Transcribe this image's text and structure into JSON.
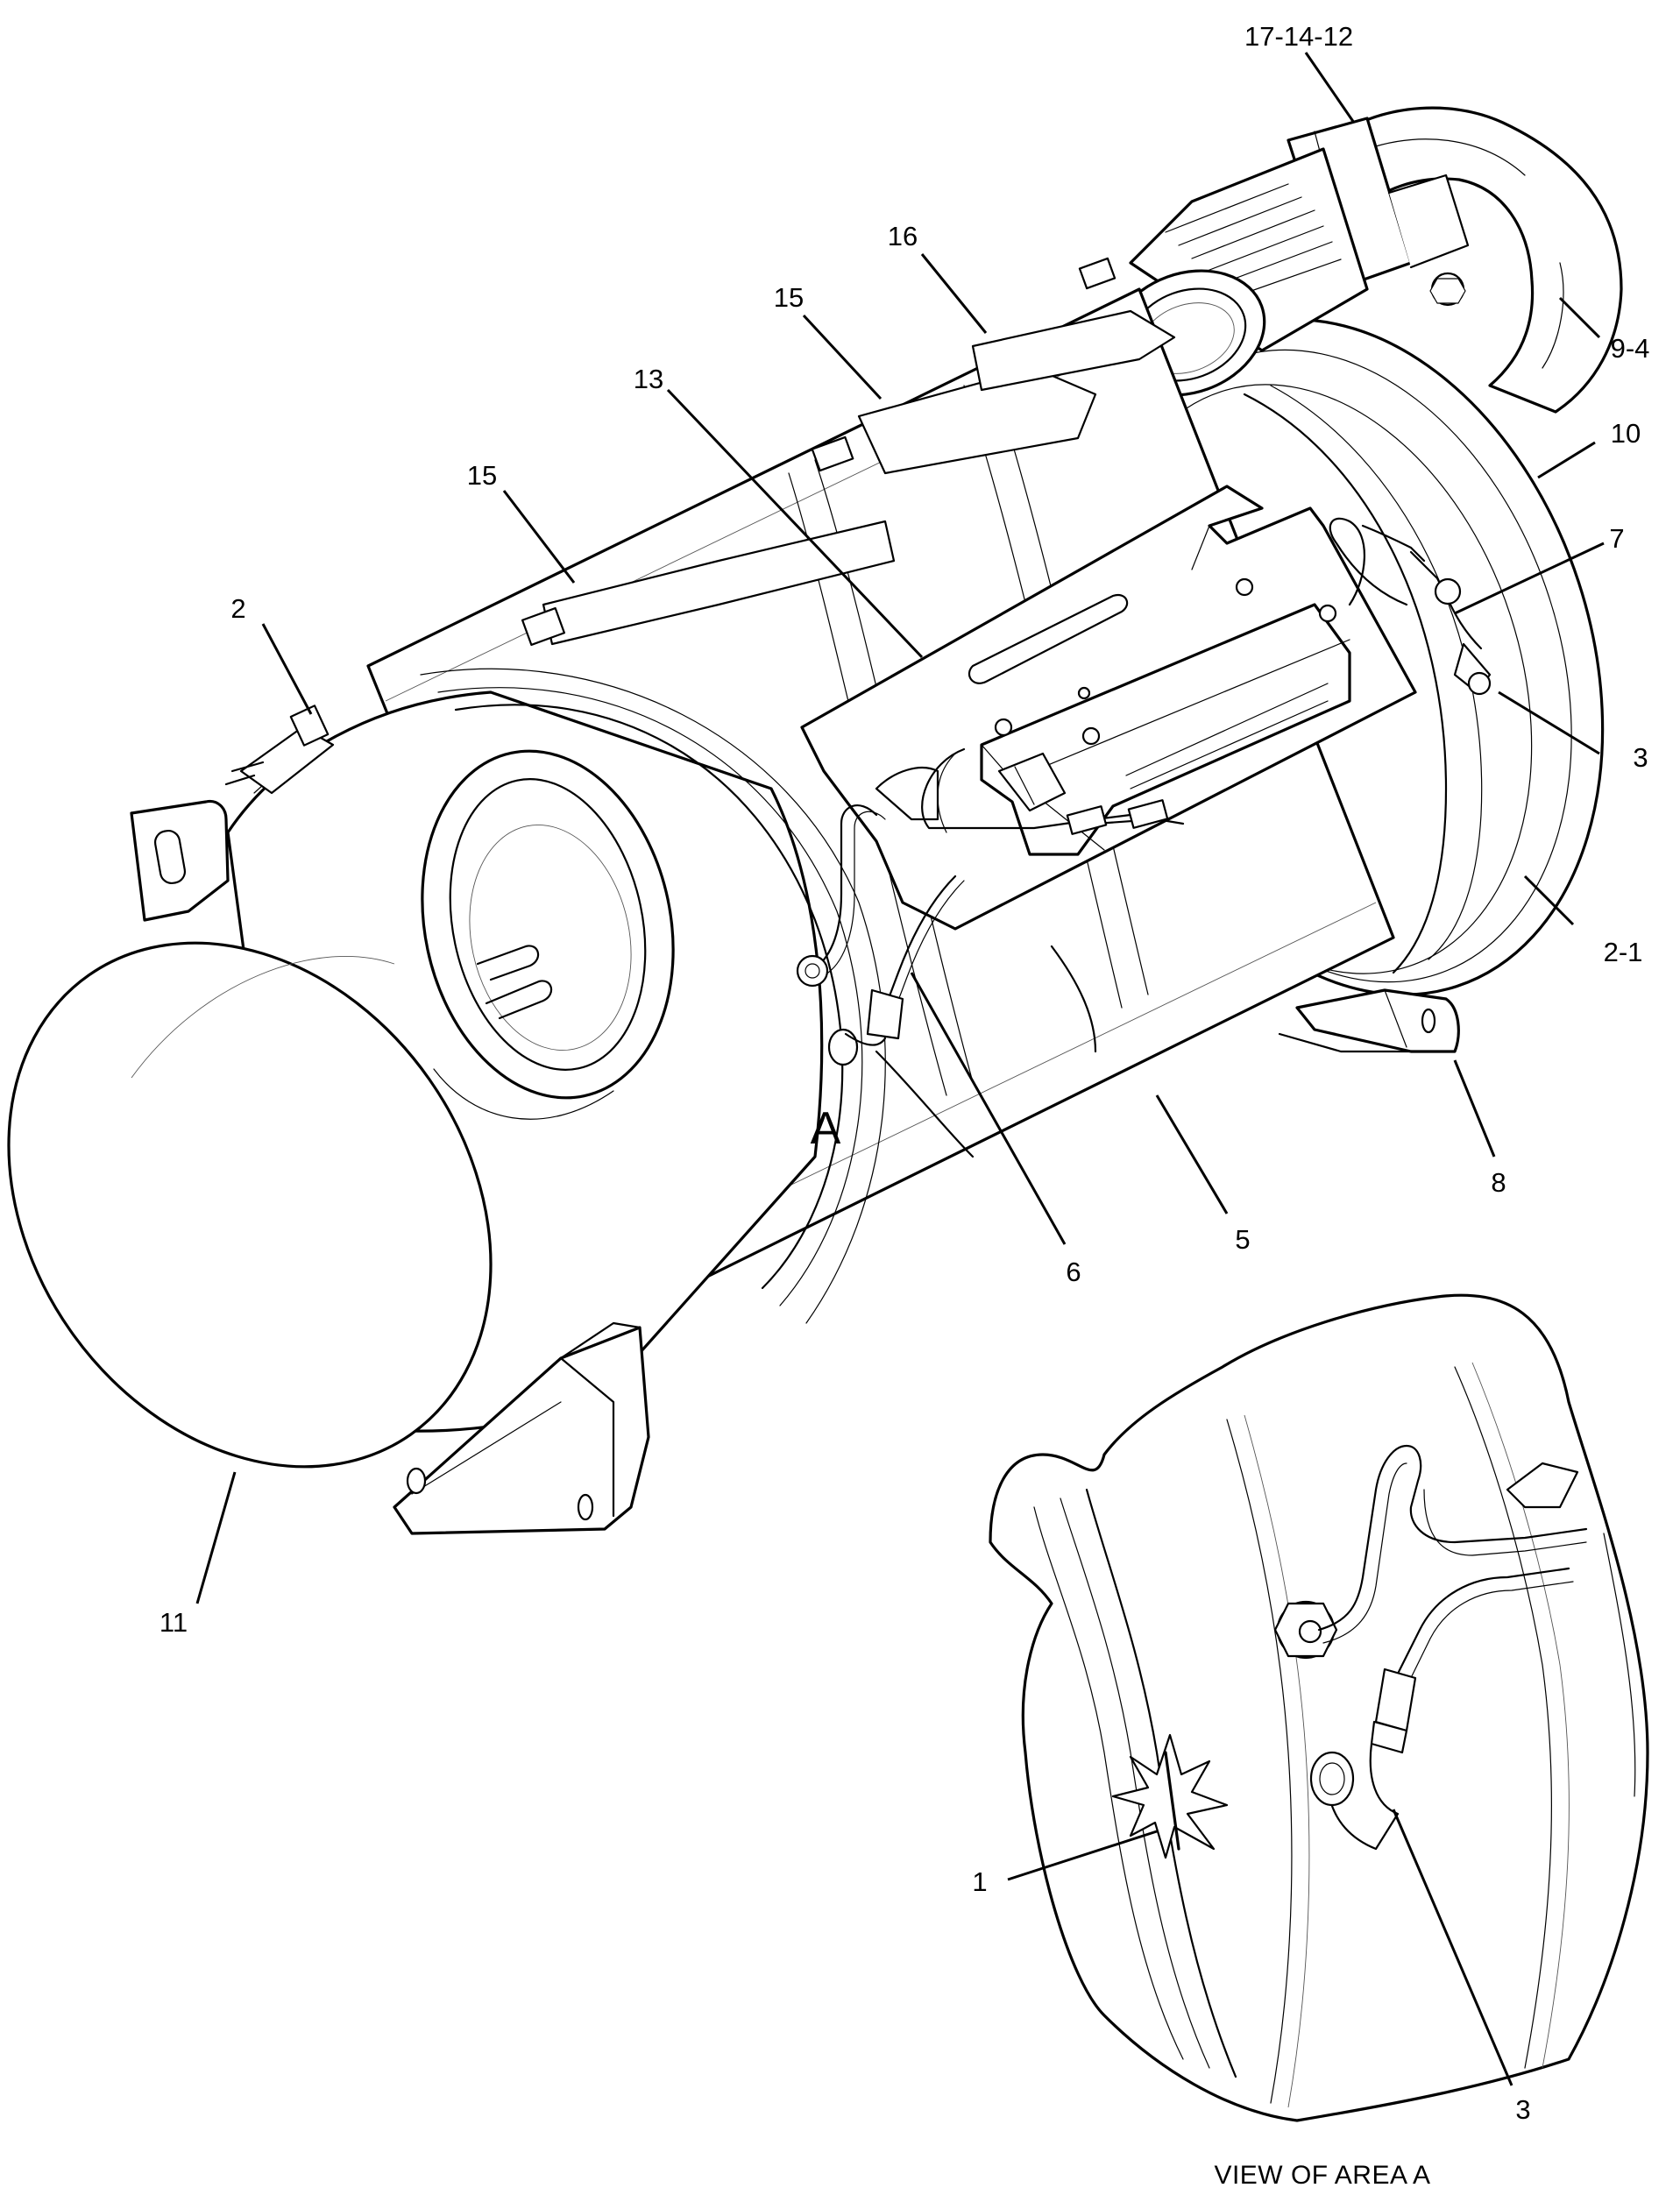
{
  "callouts": {
    "c17_14_12": "17-14-12",
    "c16": "16",
    "c15a": "15",
    "c15b": "15",
    "c13": "13",
    "c9_4": "9-4",
    "c10": "10",
    "c7": "7",
    "c2": "2",
    "c3a": "3",
    "c2_1": "2-1",
    "c8": "8",
    "c5": "5",
    "c6": "6",
    "c11": "11",
    "c1": "1",
    "c3b": "3"
  },
  "area_marker": "A",
  "detail_view_title": "VIEW OF AREA  A"
}
